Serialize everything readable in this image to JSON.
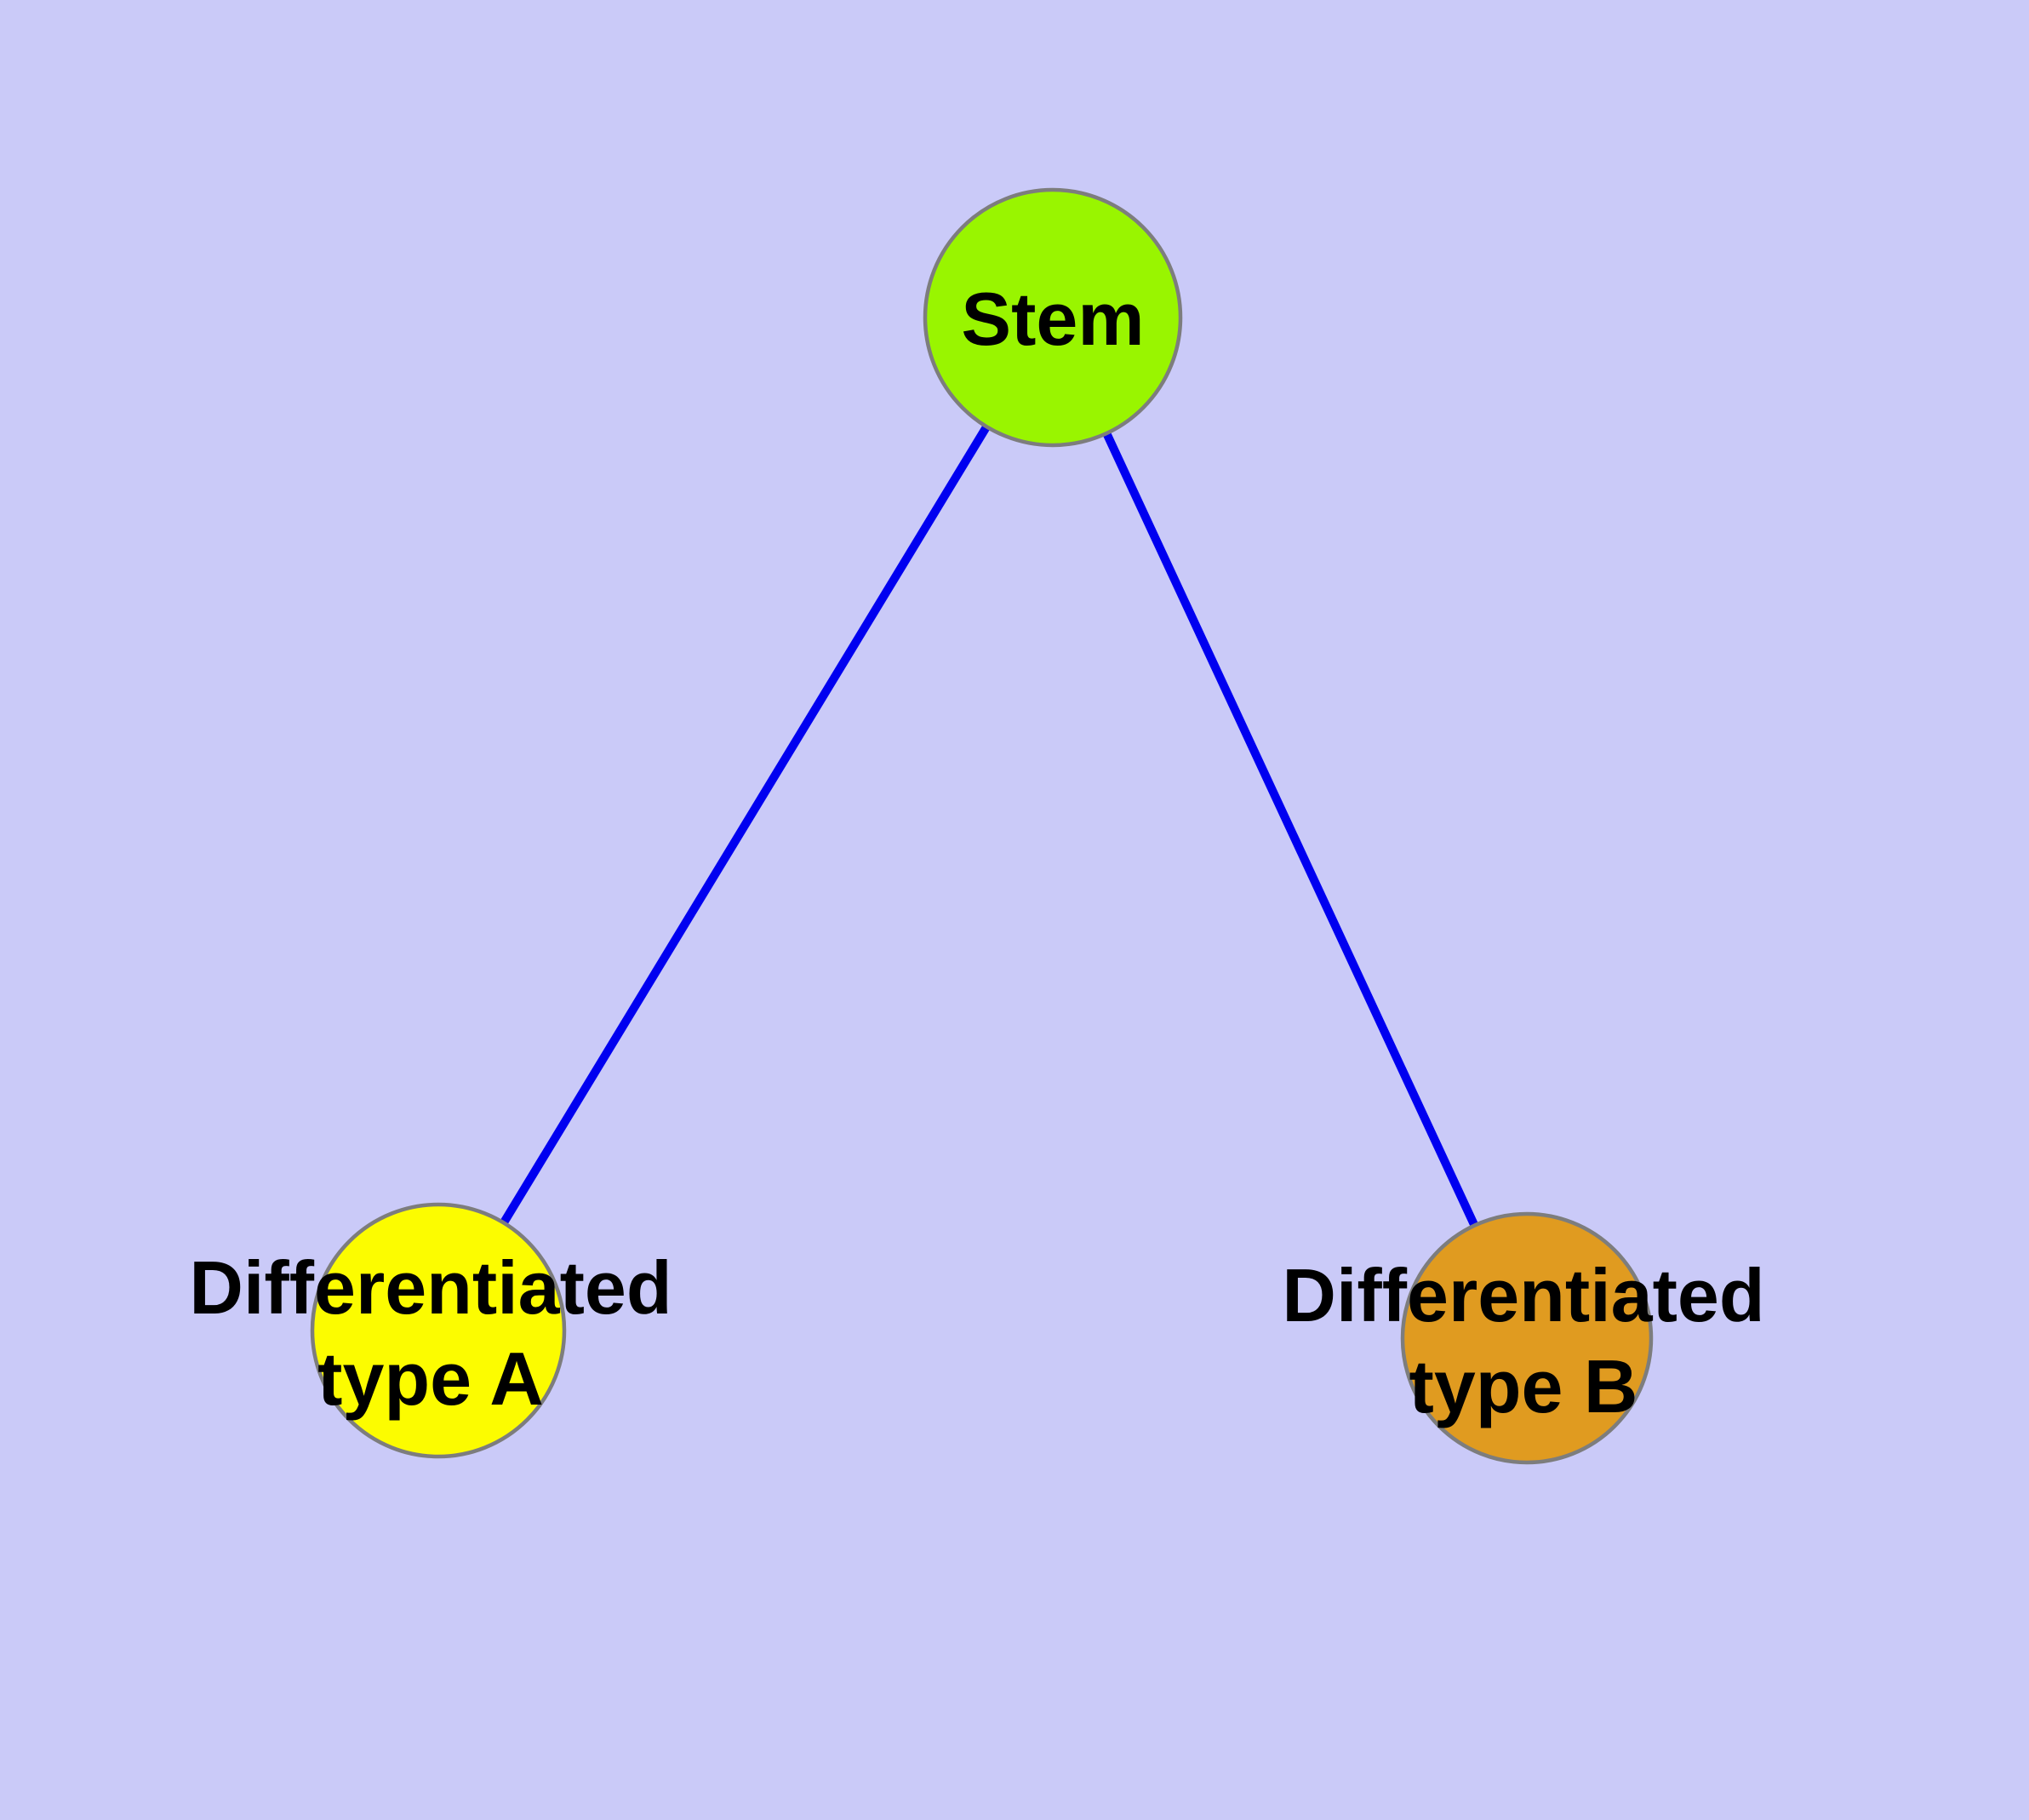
{
  "canvas": {
    "background": "#CACAF8",
    "border_color": "#7d7d7d"
  },
  "edges": [
    {
      "from": "stem",
      "to": "differentiated-type-a",
      "color": "#0000F0"
    },
    {
      "from": "stem",
      "to": "differentiated-type-b",
      "color": "#0000F0"
    }
  ],
  "nodes": [
    {
      "id": "stem",
      "label": "Stem",
      "fill": "#99F500"
    },
    {
      "id": "differentiated-type-a",
      "label_line1": "Differentiated",
      "label_line2": "type A",
      "fill": "#FCFC00"
    },
    {
      "id": "differentiated-type-b",
      "label_line1": "Differentiated",
      "label_line2": "type B",
      "fill": "#E09B20"
    }
  ]
}
